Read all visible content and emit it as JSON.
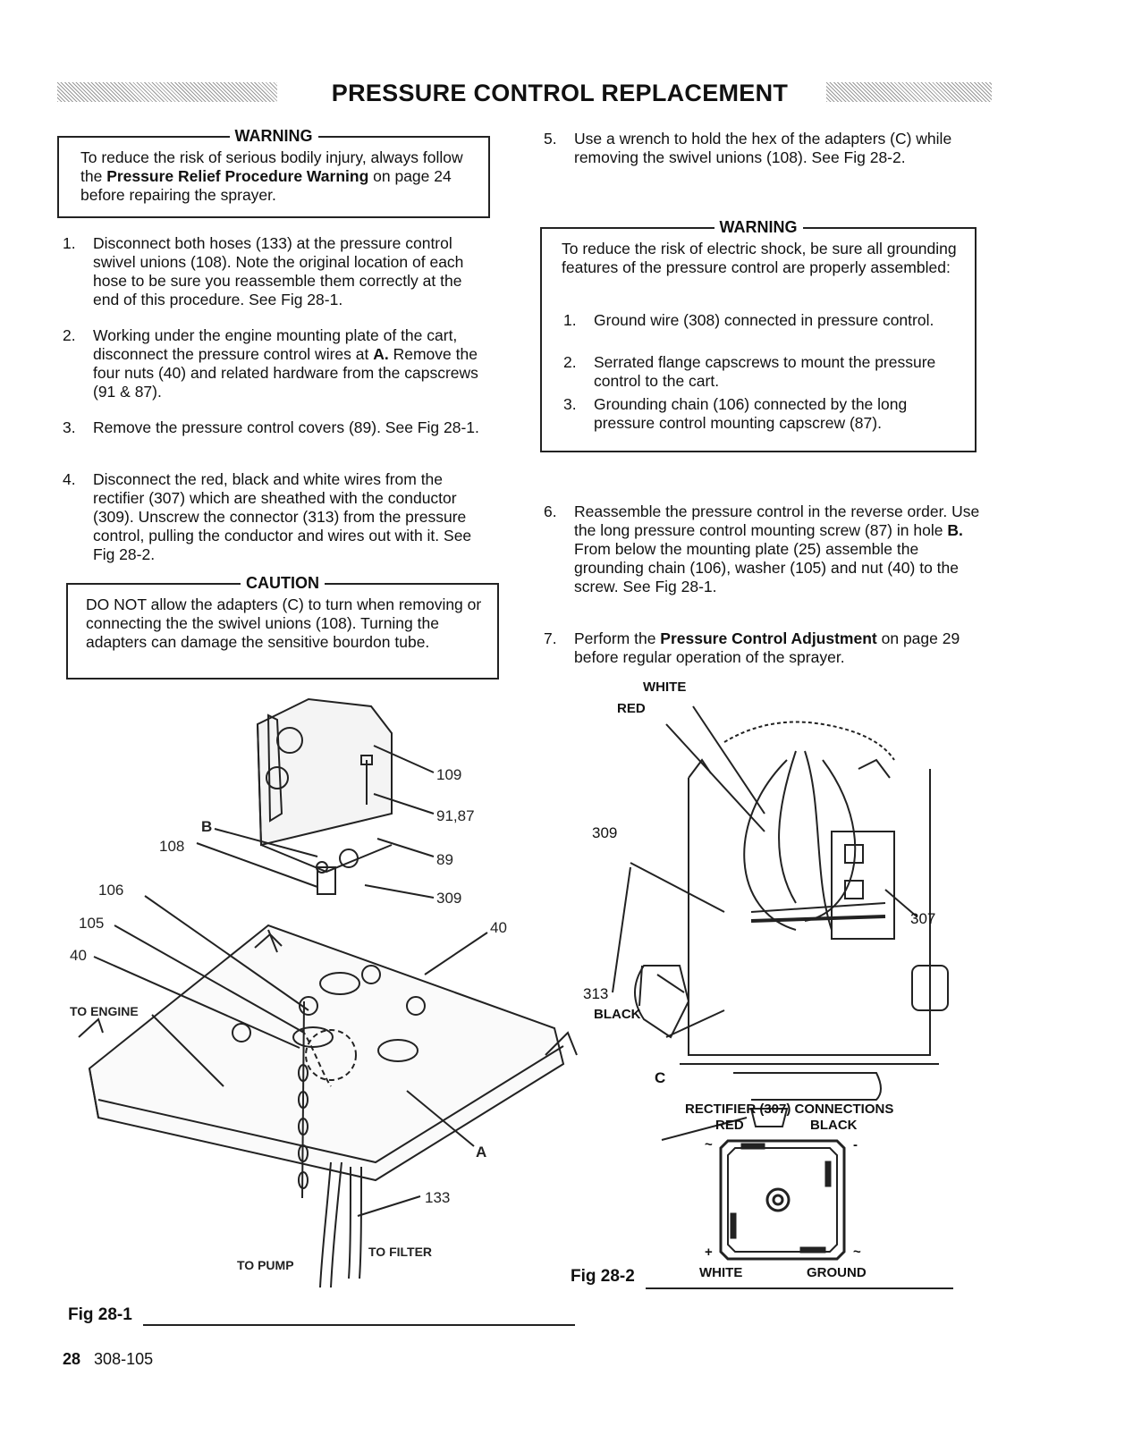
{
  "header": {
    "title": "PRESSURE CONTROL REPLACEMENT"
  },
  "warning1": {
    "heading": "WARNING",
    "text_before": "To reduce the risk of serious bodily injury, always follow the ",
    "text_bold": "Pressure Relief Procedure Warning",
    "text_after": " on page 24 before repairing the sprayer."
  },
  "steps_left": [
    {
      "num": "1.",
      "text": "Disconnect both hoses (133) at the pressure control swivel unions (108). Note the original location of each hose to be sure you reassemble them correctly at the end of this procedure. See Fig 28-1."
    },
    {
      "num": "2.",
      "text_before": "Working under the engine mounting plate of the cart, disconnect the pressure control wires at ",
      "text_bold": "A.",
      "text_after": " Remove the four nuts (40) and related hardware from the capscrews (91 & 87)."
    },
    {
      "num": "3.",
      "text": "Remove the pressure control covers (89). See Fig 28-1."
    },
    {
      "num": "4.",
      "text": "Disconnect the red, black and white wires from the rectifier (307) which are sheathed with the conductor (309). Unscrew the connector (313) from the pressure control, pulling the conductor and wires out with it. See Fig 28-2."
    }
  ],
  "caution": {
    "heading": "CAUTION",
    "text": "DO NOT allow the adapters (C) to turn when removing or connecting the the swivel unions (108). Turning the adapters can damage the sensitive bourdon tube."
  },
  "step5": {
    "num": "5.",
    "text": "Use a wrench to hold the hex of the adapters (C) while removing the swivel unions (108). See Fig 28-2."
  },
  "warning2": {
    "heading": "WARNING",
    "intro": "To reduce the risk of electric shock, be sure all grounding features of the pressure control are properly assembled:",
    "items": [
      {
        "num": "1.",
        "text": "Ground wire (308) connected in pressure control."
      },
      {
        "num": "2.",
        "text": "Serrated flange capscrews to mount the pressure control to the cart."
      },
      {
        "num": "3.",
        "text": "Grounding chain (106) connected by the long pressure control mounting capscrew (87)."
      }
    ]
  },
  "step6": {
    "num": "6.",
    "text_before": "Reassemble the pressure control in the reverse order. Use the long pressure control mounting screw (87) in hole ",
    "text_bold": "B.",
    "text_after": " From below the mounting plate (25) assemble the grounding chain (106), washer (105) and nut (40) to the screw. See Fig 28-1."
  },
  "step7": {
    "num": "7.",
    "text_before": "Perform the ",
    "text_bold": "Pressure Control Adjustment",
    "text_after": " on page 29 before regular operation of the sprayer."
  },
  "fig1": {
    "label": "Fig 28-1",
    "callouts": {
      "c109": "109",
      "c9187": "91,87",
      "cB": "B",
      "c108": "108",
      "c89": "89",
      "c106": "106",
      "c309": "309",
      "c105": "105",
      "c40a": "40",
      "c40b": "40",
      "engine": "TO ENGINE",
      "cA": "A",
      "c133": "133",
      "pump": "TO PUMP",
      "filter": "TO FILTER"
    }
  },
  "fig2": {
    "label": "Fig 28-2",
    "callouts": {
      "white": "WHITE",
      "red": "RED",
      "c309": "309",
      "c307": "307",
      "c313": "313",
      "black": "BLACK",
      "cC": "C"
    },
    "rectifier": {
      "title": "RECTIFIER (307) CONNECTIONS",
      "red": "RED",
      "black": "BLACK",
      "white": "WHITE",
      "ground": "GROUND",
      "tl": "~",
      "tr": "-",
      "bl": "+",
      "br": "~"
    }
  },
  "footer": {
    "page": "28",
    "doc": "308-105"
  }
}
